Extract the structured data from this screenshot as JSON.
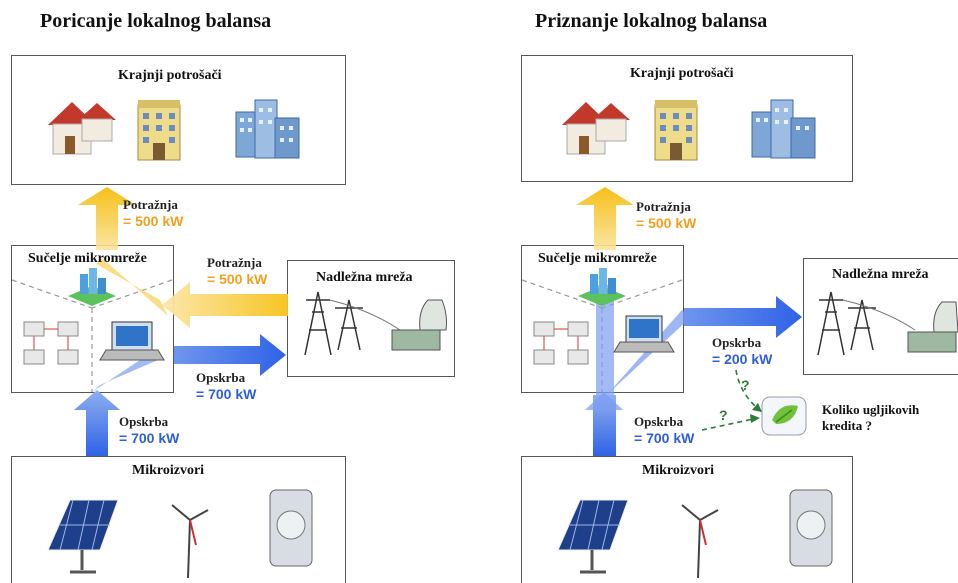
{
  "left": {
    "title": "Poricanje lokalnog balansa",
    "consumers_label": "Krajnji potrošači",
    "interface_label": "Sučelje mikromreže",
    "grid_label": "Nadležna mreža",
    "sources_label": "Mikroizvori",
    "demand_up": {
      "name": "Potražnja",
      "value": "= 500 kW"
    },
    "demand_grid": {
      "name": "Potražnja",
      "value": "= 500 kW"
    },
    "supply_grid": {
      "name": "Opskrba",
      "value": "= 700 kW"
    },
    "supply_sources": {
      "name": "Opskrba",
      "value": "= 700 kW"
    }
  },
  "right": {
    "title": "Priznanje lokalnog balansa",
    "consumers_label": "Krajnji potrošači",
    "interface_label": "Sučelje mikromreže",
    "grid_label": "Nadležna mreža",
    "sources_label": "Mikroizvori",
    "demand_up": {
      "name": "Potražnja",
      "value": "= 500 kW"
    },
    "supply_grid": {
      "name": "Opskrba",
      "value": "= 200 kW"
    },
    "supply_sources": {
      "name": "Opskrba",
      "value": "= 700 kW"
    },
    "question_mark": "?",
    "carbon_label_line1": "Koliko ugljikovih",
    "carbon_label_line2": "kredita ?"
  },
  "colors": {
    "demand_arrow": "#f7c21a",
    "supply_arrow": "#3a6ee8",
    "carbon": "#2d7d3a"
  }
}
